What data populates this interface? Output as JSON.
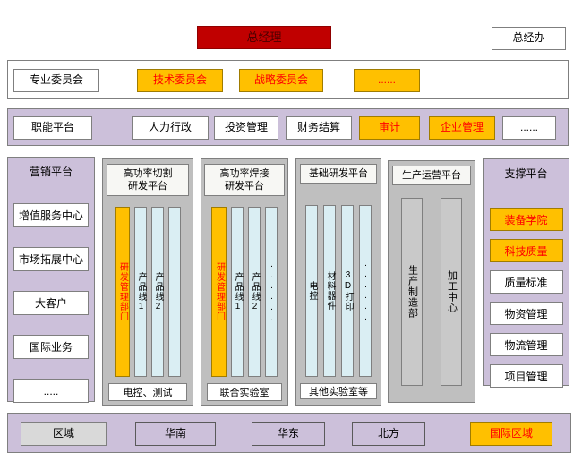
{
  "colors": {
    "red": "#c00000",
    "orange": "#ffc000",
    "lavender": "#ccc0da",
    "gray": "#bfbfbf",
    "cyan": "#daeef3",
    "red_text": "#ff0000"
  },
  "top": {
    "general_manager": "总经理",
    "general_office": "总经办"
  },
  "committee_row": {
    "items": [
      {
        "label": "专业委员会",
        "variant": "white"
      },
      {
        "label": "技术委员会",
        "variant": "orange"
      },
      {
        "label": "战略委员会",
        "variant": "orange"
      },
      {
        "label": "......",
        "variant": "orange"
      }
    ]
  },
  "functional_row": {
    "items": [
      {
        "label": "职能平台",
        "variant": "white"
      },
      {
        "label": "人力行政",
        "variant": "white"
      },
      {
        "label": "投资管理",
        "variant": "white"
      },
      {
        "label": "财务结算",
        "variant": "white"
      },
      {
        "label": "审计",
        "variant": "orange"
      },
      {
        "label": "企业管理",
        "variant": "orange"
      },
      {
        "label": "......",
        "variant": "white"
      }
    ]
  },
  "marketing_platform": {
    "title": "营销平台",
    "items": [
      "增值服务中心",
      "市场拓展中心",
      "大客户",
      "国际业务",
      "....."
    ]
  },
  "cutting_platform": {
    "title": "高功率切割\n研发平台",
    "management": "研发管理部门",
    "lines": [
      "产品线1",
      "产品线2",
      "......"
    ],
    "footer": "电控、测试"
  },
  "welding_platform": {
    "title": "高功率焊接\n研发平台",
    "management": "研发管理部门",
    "lines": [
      "产品线1",
      "产品线2",
      "......"
    ],
    "footer": "联合实验室"
  },
  "basic_platform": {
    "title": "基础研发平台",
    "lines": [
      "电控",
      "材料器件",
      "3D打印",
      "......"
    ],
    "footer": "其他实验室等"
  },
  "production_platform": {
    "title": "生产运营平台",
    "lines": [
      "生产制造部",
      "加工中心"
    ]
  },
  "support_platform": {
    "title": "支撑平台",
    "items": [
      {
        "label": "装备学院",
        "variant": "orange"
      },
      {
        "label": "科技质量",
        "variant": "orange"
      },
      {
        "label": "质量标准",
        "variant": "white"
      },
      {
        "label": "物资管理",
        "variant": "white"
      },
      {
        "label": "物流管理",
        "variant": "white"
      },
      {
        "label": "项目管理",
        "variant": "white"
      }
    ]
  },
  "region_row": {
    "items": [
      {
        "label": "区域",
        "variant": "gray"
      },
      {
        "label": "华南",
        "variant": "lavender"
      },
      {
        "label": "华东",
        "variant": "lavender"
      },
      {
        "label": "北方",
        "variant": "lavender"
      },
      {
        "label": "国际区域",
        "variant": "orange"
      }
    ]
  }
}
